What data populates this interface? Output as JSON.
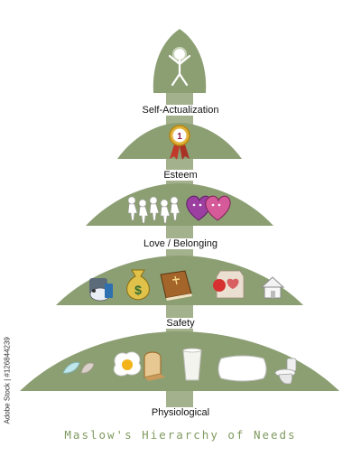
{
  "colors": {
    "tier_fill": "#8c9f73",
    "trunk_fill": "#a4b18d",
    "footer_text": "#7f9a5f"
  },
  "levels": [
    {
      "label": "Self-Actualization",
      "icons": [
        "stick-figure-icon"
      ]
    },
    {
      "label": "Esteem",
      "icons": [
        "medal-first-place-icon"
      ]
    },
    {
      "label": "Love / Belonging",
      "icons": [
        "people-group-icon",
        "heart-couple-icon"
      ]
    },
    {
      "label": "Safety",
      "icons": [
        "piggy-bank-icon",
        "money-bag-icon",
        "bible-book-icon",
        "first-aid-icon",
        "house-icon"
      ]
    },
    {
      "label": "Physiological",
      "icons": [
        "water-icon",
        "fried-egg-icon",
        "bread-icon",
        "glass-of-milk-icon",
        "pillow-icon",
        "toilet-icon"
      ]
    }
  ],
  "footer": {
    "title": "Maslow's Hierarchy of Needs"
  },
  "watermark": {
    "stock_id": "Adobe Stock | #126844239"
  },
  "medal": {
    "number": "1"
  },
  "money": {
    "symbol": "$"
  }
}
